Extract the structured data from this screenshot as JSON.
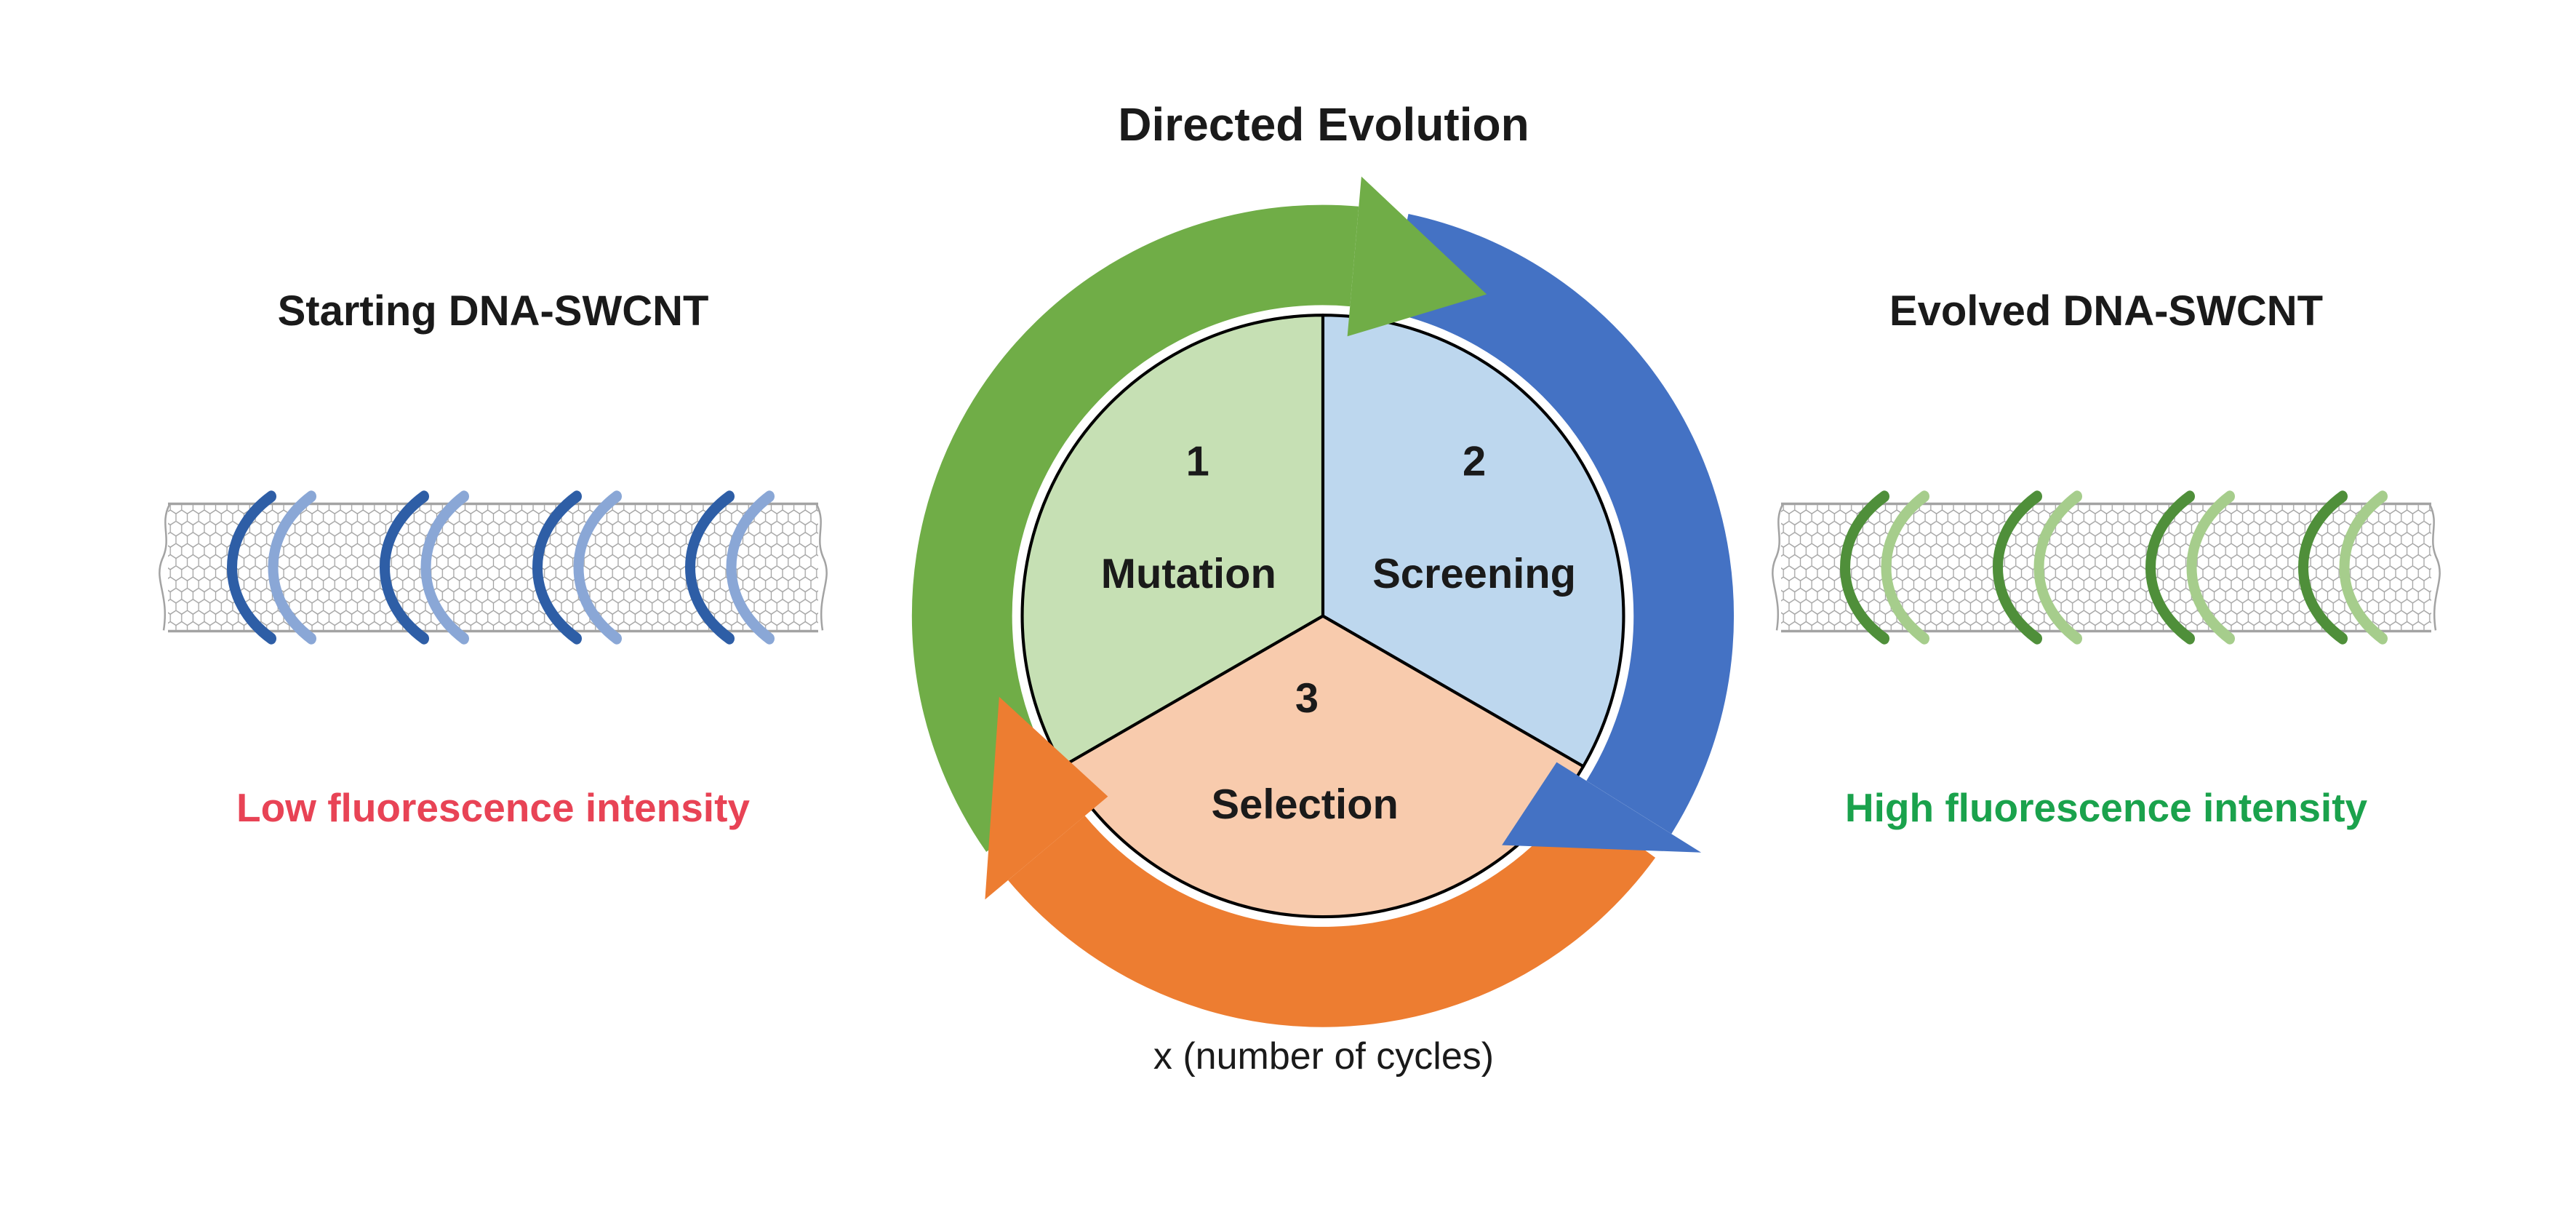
{
  "figure": {
    "title": "Directed Evolution",
    "footer": "x (number of cycles)",
    "background": "#ffffff",
    "text_color": "#1a1a1a"
  },
  "left_panel": {
    "title": "Starting DNA-SWCNT",
    "caption": "Low fluorescence intensity",
    "caption_color": "#e84355",
    "strand_dark": "#2e5ea6",
    "strand_light": "#8aa7d6",
    "lattice_color": "#a3a3a3"
  },
  "right_panel": {
    "title": "Evolved DNA-SWCNT",
    "caption": "High fluorescence intensity",
    "caption_color": "#1aa24c",
    "strand_dark": "#4f8f3a",
    "strand_light": "#a6cd8c",
    "lattice_color": "#a3a3a3"
  },
  "cycle": {
    "steps": [
      {
        "number": "1",
        "label": "Mutation",
        "wedge_fill": "#c6e0b4",
        "arrow_color": "#70ad47"
      },
      {
        "number": "2",
        "label": "Screening",
        "wedge_fill": "#bdd7ee",
        "arrow_color": "#4472c4"
      },
      {
        "number": "3",
        "label": "Selection",
        "wedge_fill": "#f8cbad",
        "arrow_color": "#ed7d31"
      }
    ]
  }
}
